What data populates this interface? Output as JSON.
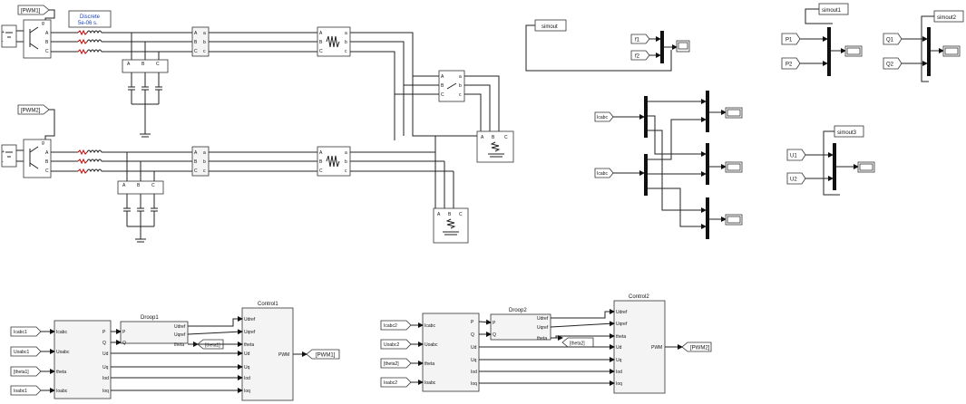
{
  "powergui": {
    "line1": "Discrete",
    "line2": "5e-06 s."
  },
  "goto_tags": {
    "pwm1_from": "[PWM1]",
    "pwm2_from": "[PWM2]",
    "pwm1_goto": "[PWM1]",
    "pwm2_goto": "[PWM2]",
    "theta1_goto": "[theta1]",
    "theta2_goto": "[theta2]"
  },
  "outputs": {
    "simout": "simout",
    "simout1": "simout1",
    "simout2": "simout2",
    "simout3": "simout3"
  },
  "from_tags": {
    "f1": "f1",
    "f2": "f2",
    "P1": "P1",
    "P2": "P2",
    "Q1": "Q1",
    "Q2": "Q2",
    "U1": "U1",
    "U2": "U2",
    "Icabc_a": "Icabc",
    "Icabc_b": "Icabc"
  },
  "ports": {
    "A": "A",
    "B": "B",
    "C": "C",
    "a": "a",
    "b": "b",
    "c": "c",
    "g": "g",
    "plus": "+",
    "minus": "-"
  },
  "measure_block": {
    "inputs": [
      "Icabc",
      "Uoabc",
      "theta",
      "Ioabc"
    ],
    "outputs": [
      "P",
      "Q",
      "Ud",
      "Uq",
      "Iod",
      "Ioq"
    ]
  },
  "droop1": {
    "title": "Droop1",
    "inputs": [
      "P",
      "Q"
    ],
    "outputs": [
      "Udref",
      "Uqref",
      "theta"
    ]
  },
  "droop2": {
    "title": "Droop2",
    "inputs": [
      "P",
      "Q"
    ],
    "outputs": [
      "Udref",
      "Uqref",
      "theta"
    ]
  },
  "control1": {
    "title": "Control1",
    "inputs": [
      "Udref",
      "Uqref",
      "theta",
      "Ud",
      "Uq",
      "Iod",
      "Ioq"
    ],
    "output": "PWM"
  },
  "control2": {
    "title": "Control2",
    "inputs": [
      "Udref",
      "Uqref",
      "theta",
      "Ud",
      "Uq",
      "Iod",
      "Ioq"
    ],
    "output": "PWM"
  },
  "froms_row1": [
    "Icabc1",
    "Uoabc1",
    "[theta1]",
    "Ioabc1"
  ],
  "froms_row2": [
    "Icabc2",
    "Uoabc2",
    "[theta2]",
    "Ioabc2"
  ]
}
